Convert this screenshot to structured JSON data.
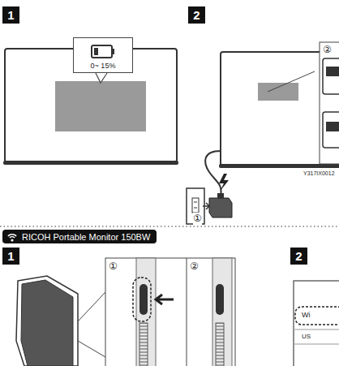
{
  "diagram": {
    "nodes": [
      {
        "text": [
          "1"
        ]
      },
      {
        "text": [
          "0~ 15%"
        ]
      },
      {
        "text": [
          "2"
        ]
      },
      {
        "text": [
          "RICOH Portable Monitor 150BW"
        ]
      },
      {
        "text": [
          "1"
        ]
      },
      {
        "text": [
          "2"
        ]
      }
    ],
    "labels": [
      "Y317IX0012",
      "②",
      "①",
      "①",
      "②",
      "Wi",
      "US"
    ]
  }
}
